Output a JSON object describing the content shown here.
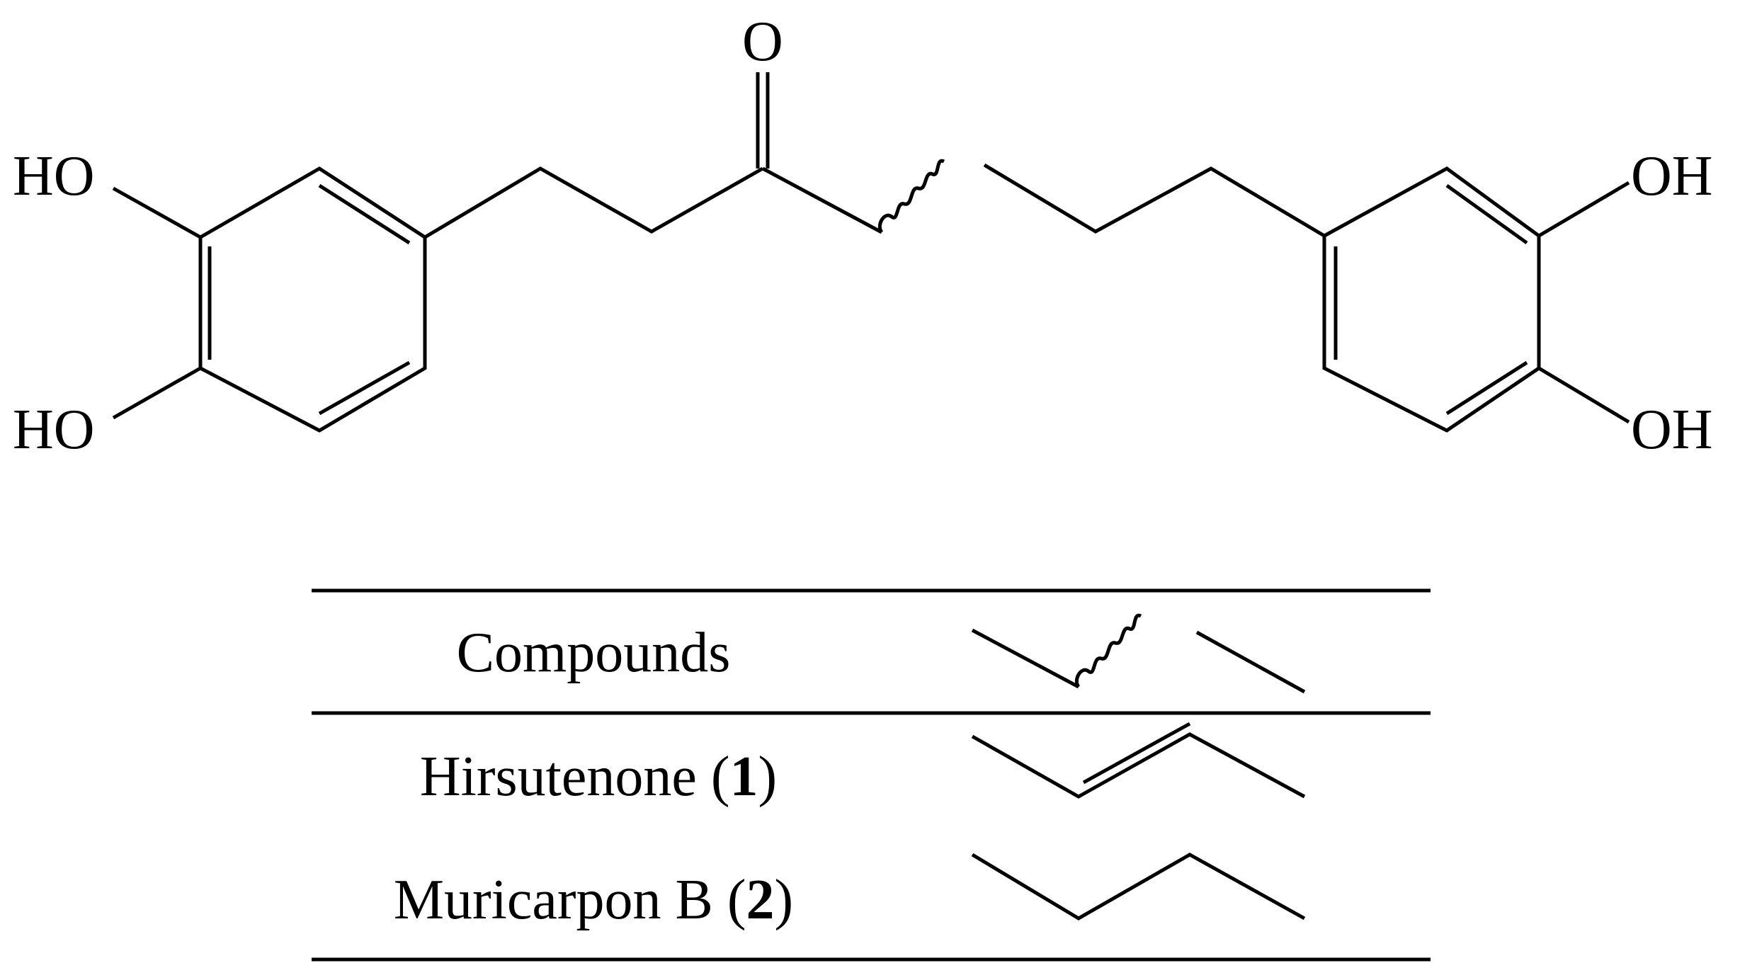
{
  "structure": {
    "name": "diarylheptanoid-core-structure",
    "atom_labels": {
      "oxygen_top": "O",
      "left_hydroxyl_top": "HO",
      "left_hydroxyl_bottom": "HO",
      "right_hydroxyl_top": "OH",
      "right_hydroxyl_bottom": "OH"
    },
    "variable_bond": "wavy"
  },
  "table": {
    "header": {
      "col1": "Compounds",
      "col2_icon": "wavy-bond-fragment-icon"
    },
    "rows": [
      {
        "name": "Hirsutenone",
        "number": "1",
        "fragment_icon": "trans-double-bond-fragment-icon"
      },
      {
        "name": "Muricarpon B",
        "number": "2",
        "fragment_icon": "single-bond-fragment-icon"
      }
    ]
  }
}
